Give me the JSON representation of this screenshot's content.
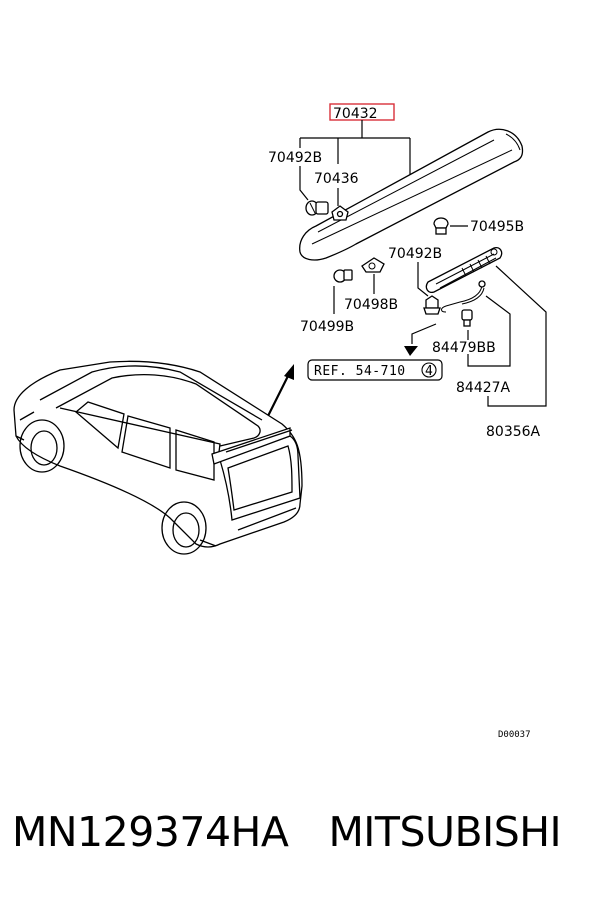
{
  "highlight_color": "#d9303a",
  "parts": {
    "highlighted": "70432",
    "p70492B_top": "70492B",
    "p70436": "70436",
    "p70495B": "70495B",
    "p70492B_mid": "70492B",
    "p70498B": "70498B",
    "p70499B": "70499B",
    "p84479BB": "84479BB",
    "p84427A": "84427A",
    "p80356A": "80356A"
  },
  "reference": {
    "text": "REF. 54-710",
    "circled": "4"
  },
  "diagram_code": "D00037",
  "footer": {
    "part_number": "MN129374HA",
    "brand": "MITSUBISHI"
  }
}
